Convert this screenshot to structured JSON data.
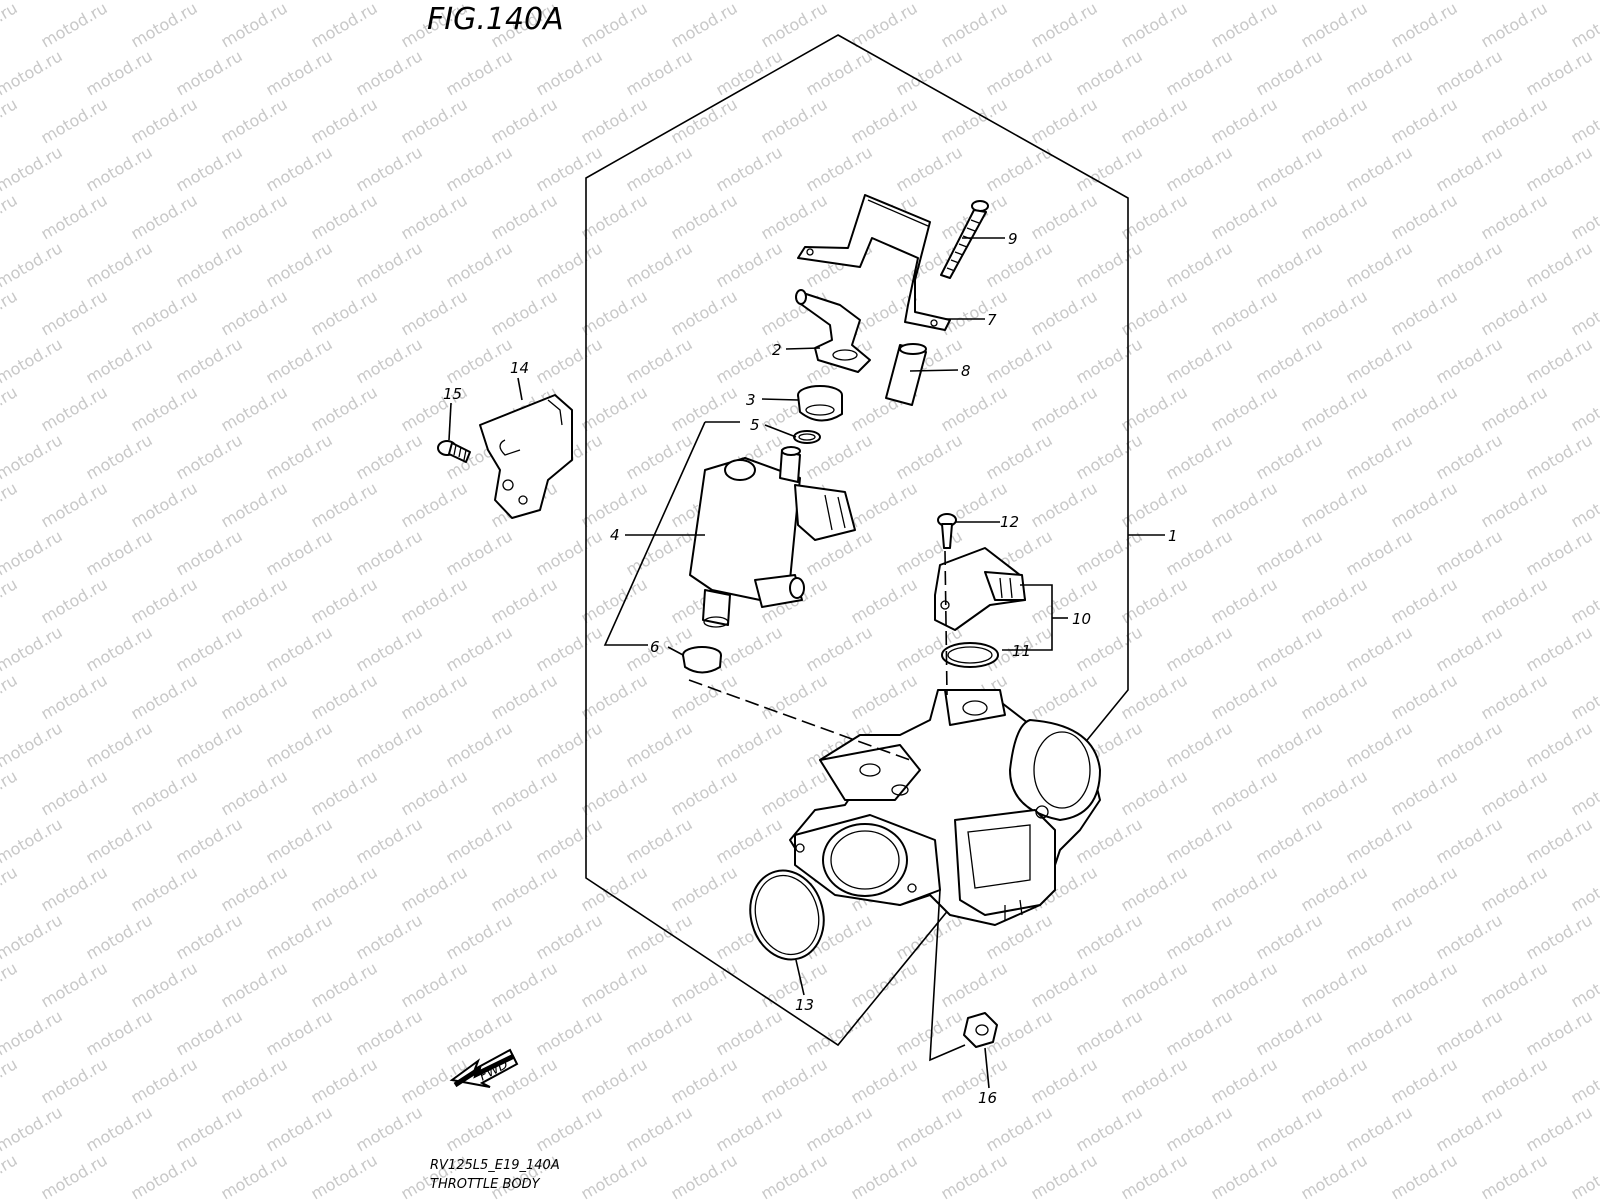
{
  "figure": {
    "title": "FIG.140A",
    "caption_code": "RV125L5_E19_140A",
    "caption_name": "THROTTLE BODY",
    "direction_label": "FWD",
    "watermark": "motod.ru"
  },
  "callouts": [
    {
      "id": "c1",
      "label": "1"
    },
    {
      "id": "c2",
      "label": "2"
    },
    {
      "id": "c3",
      "label": "3"
    },
    {
      "id": "c4",
      "label": "4"
    },
    {
      "id": "c5",
      "label": "5"
    },
    {
      "id": "c6",
      "label": "6"
    },
    {
      "id": "c7",
      "label": "7"
    },
    {
      "id": "c8",
      "label": "8"
    },
    {
      "id": "c9",
      "label": "9"
    },
    {
      "id": "c10",
      "label": "10"
    },
    {
      "id": "c11",
      "label": "11"
    },
    {
      "id": "c12",
      "label": "12"
    },
    {
      "id": "c13",
      "label": "13"
    },
    {
      "id": "c14",
      "label": "14"
    },
    {
      "id": "c15",
      "label": "15"
    },
    {
      "id": "c16",
      "label": "16"
    }
  ],
  "colors": {
    "line": "#000000",
    "watermark": "#c8c8c8",
    "background": "#ffffff"
  }
}
